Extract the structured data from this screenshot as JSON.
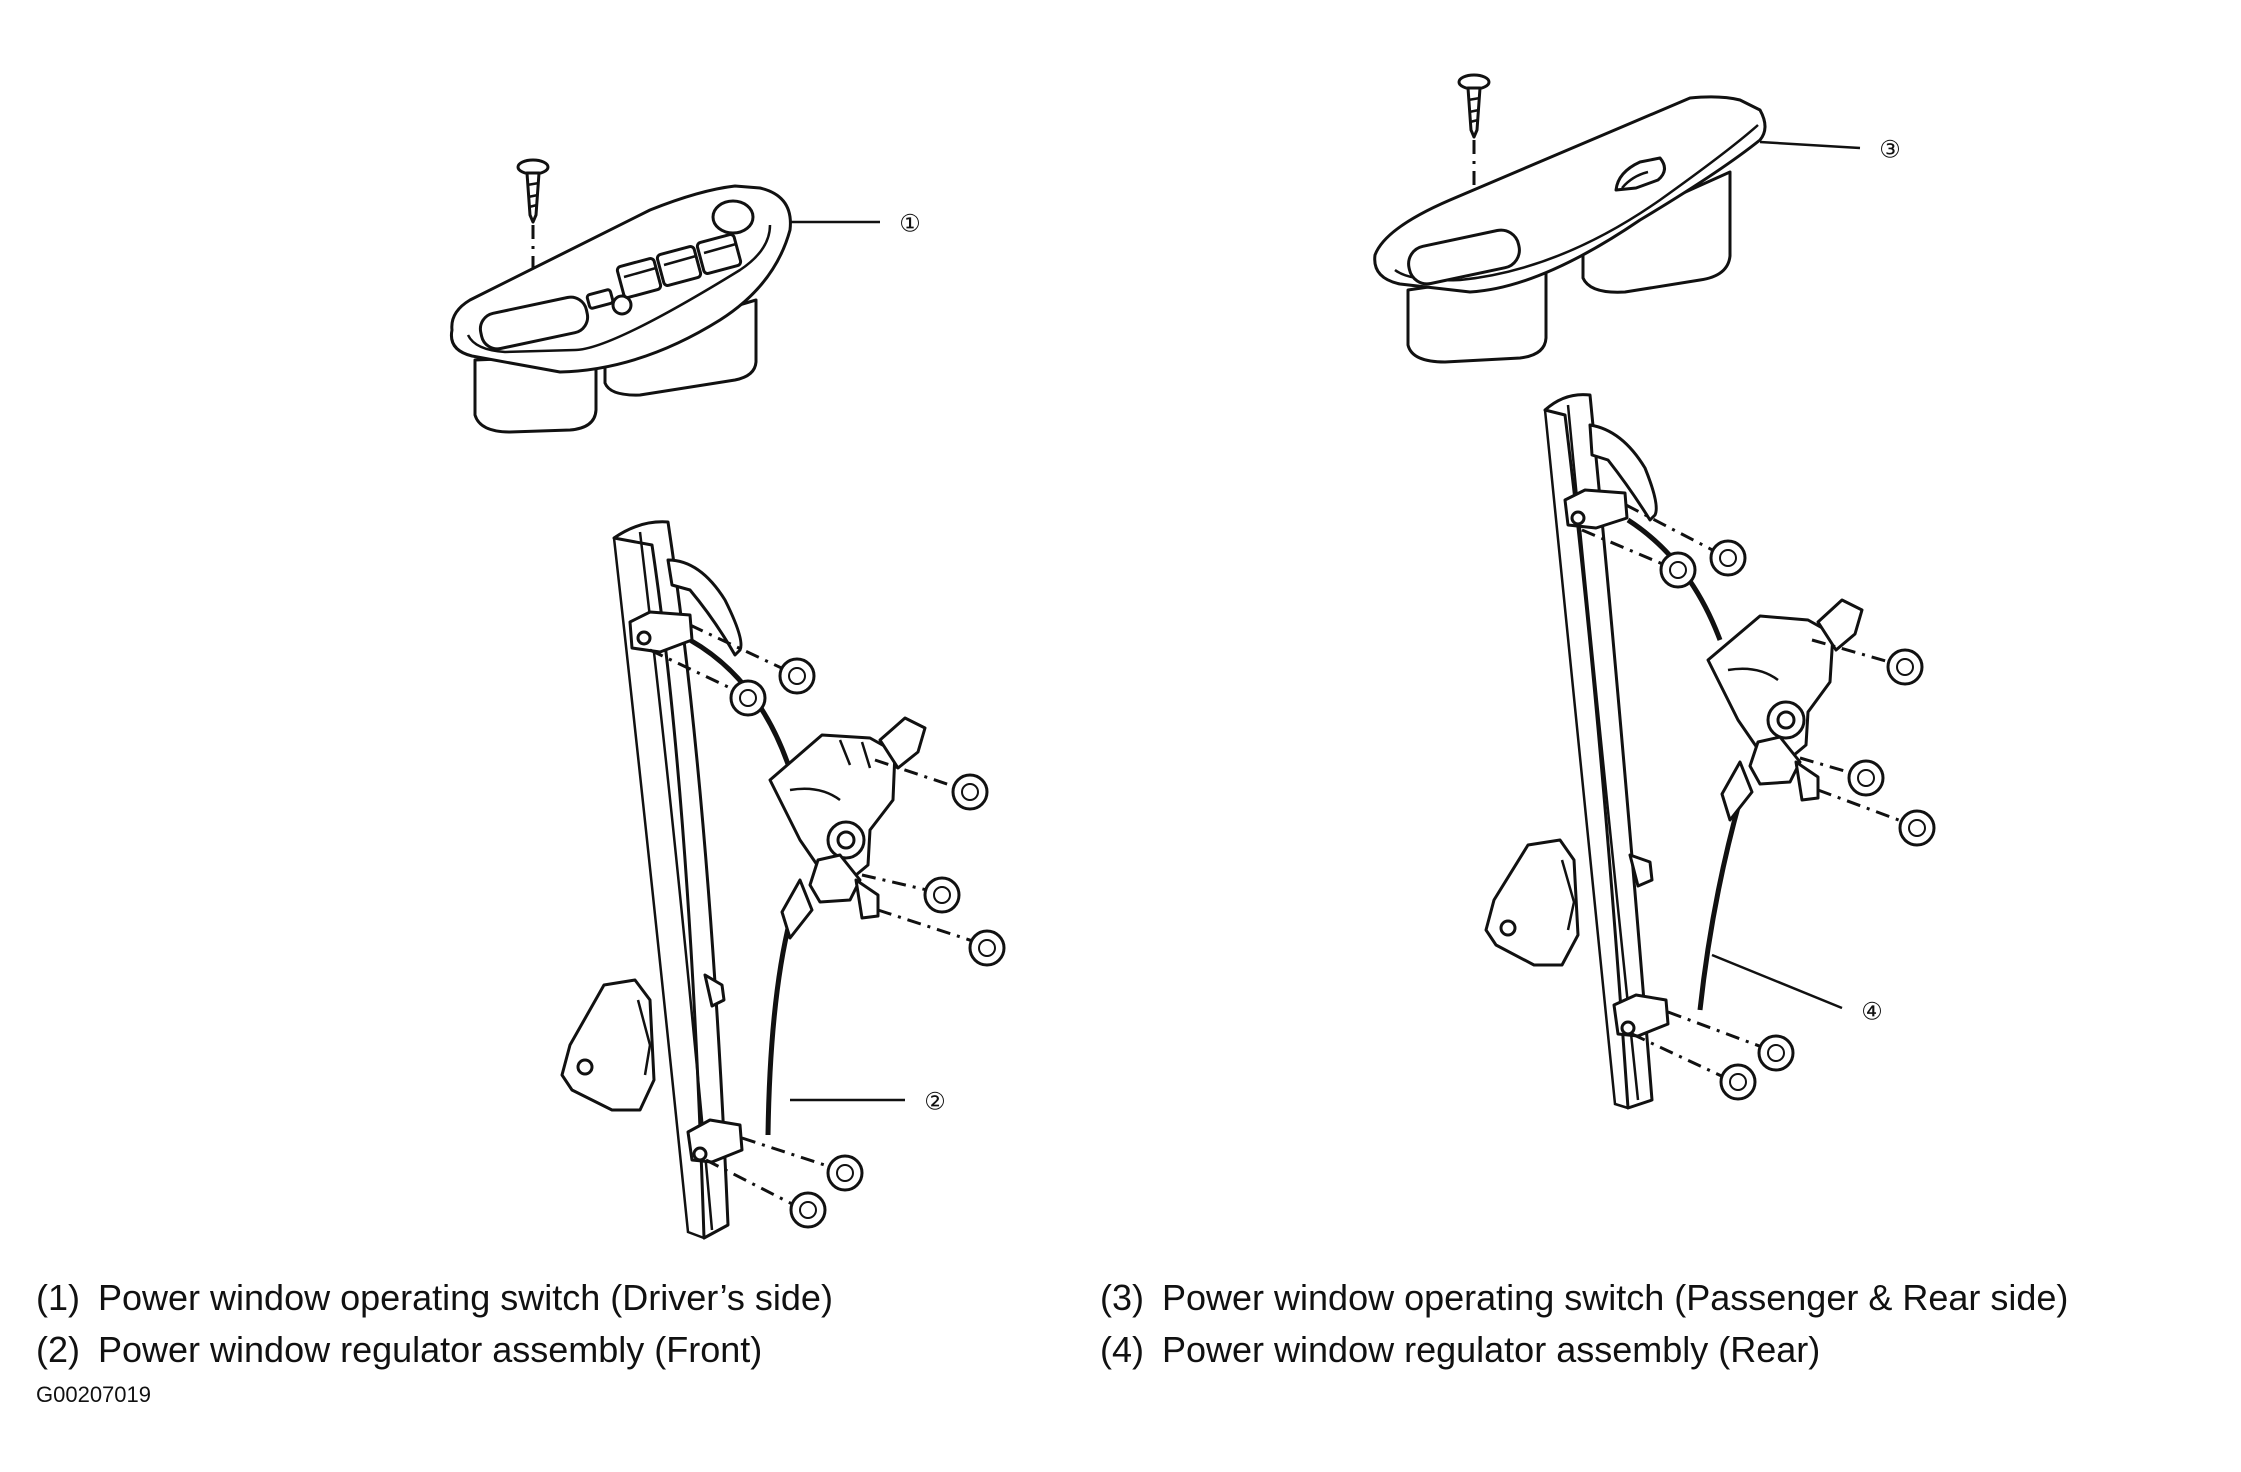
{
  "callouts": [
    {
      "id": "c1",
      "label": "①"
    },
    {
      "id": "c2",
      "label": "②"
    },
    {
      "id": "c3",
      "label": "③"
    },
    {
      "id": "c4",
      "label": "④"
    }
  ],
  "legend": [
    {
      "num": "(1)",
      "text": "Power window operating switch (Driver’s side)"
    },
    {
      "num": "(2)",
      "text": "Power window regulator assembly (Front)"
    },
    {
      "num": "(3)",
      "text": "Power window operating switch (Passenger & Rear side)"
    },
    {
      "num": "(4)",
      "text": "Power window regulator assembly (Rear)"
    }
  ],
  "figure_code": "G00207019"
}
